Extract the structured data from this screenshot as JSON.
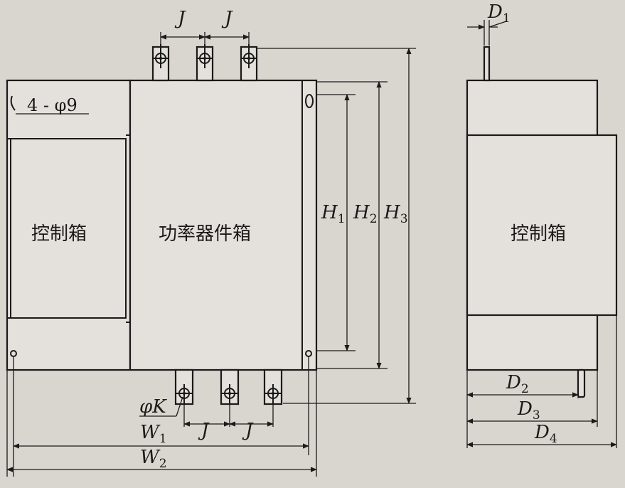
{
  "diagram": {
    "labels": {
      "control_box_left": "控制箱",
      "power_box": "功率器件箱",
      "control_box_right": "控制箱",
      "hole_spec": "4 - φ9",
      "J": "J",
      "H": "H",
      "W": "W",
      "D": "D",
      "phiK": "φK",
      "sub_1": "1",
      "sub_2": "2",
      "sub_3": "3",
      "sub_4": "4"
    },
    "colors": {
      "background": "#d9d6d0",
      "line": "#1a1a1a",
      "panel": "#e4e1dc"
    }
  }
}
